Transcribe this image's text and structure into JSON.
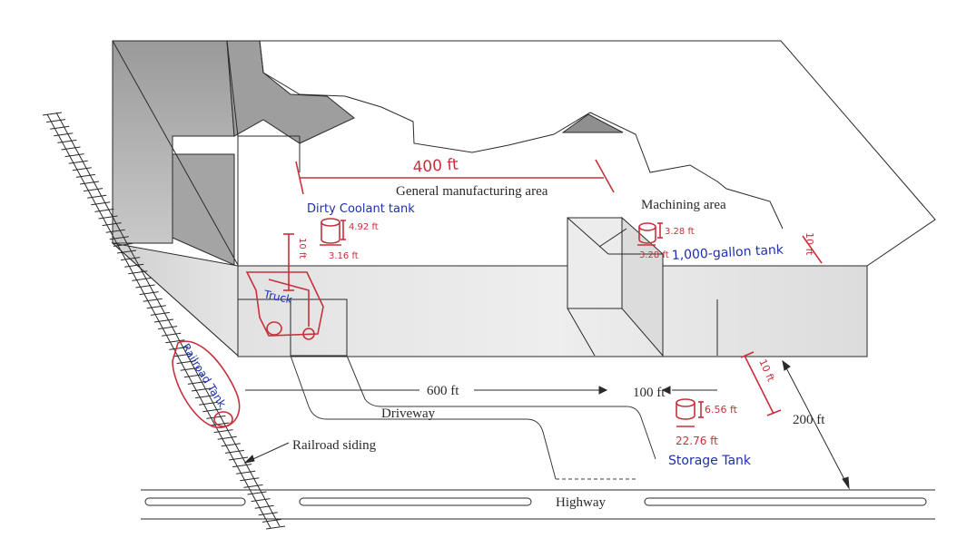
{
  "printed": {
    "general_manufacturing": "General manufacturing area",
    "machining": "Machining area",
    "dist_600": "600 ft",
    "dist_100": "100 ft",
    "dist_200": "200 ft",
    "driveway": "Driveway",
    "railroad_siding": "Railroad siding",
    "highway": "Highway"
  },
  "handwritten": {
    "dim_400": "400 ft",
    "dirty_coolant": "Dirty Coolant tank",
    "dirty_coolant_h": "4.92 ft",
    "dirty_coolant_d": "3.16 ft",
    "wall_10_left": "10 ft",
    "machining_tank_h": "3.28 ft",
    "machining_tank_d": "3.28 ft",
    "gallon_tank": "1,000-gallon tank",
    "wall_10_right": "10 ft",
    "truck": "Truck",
    "railroad_tank": "Railroad Tank",
    "storage_h": "6.56 ft",
    "storage_d": "22.76 ft",
    "storage_tank": "Storage Tank",
    "dim_10_lower": "10 ft"
  },
  "colors": {
    "ink": "#2a2a2a",
    "shade_dark": "#8a8a8a",
    "shade_light": "#d7d7d7",
    "red_ink": "#c8303c",
    "blue_ink": "#1c2fae"
  }
}
